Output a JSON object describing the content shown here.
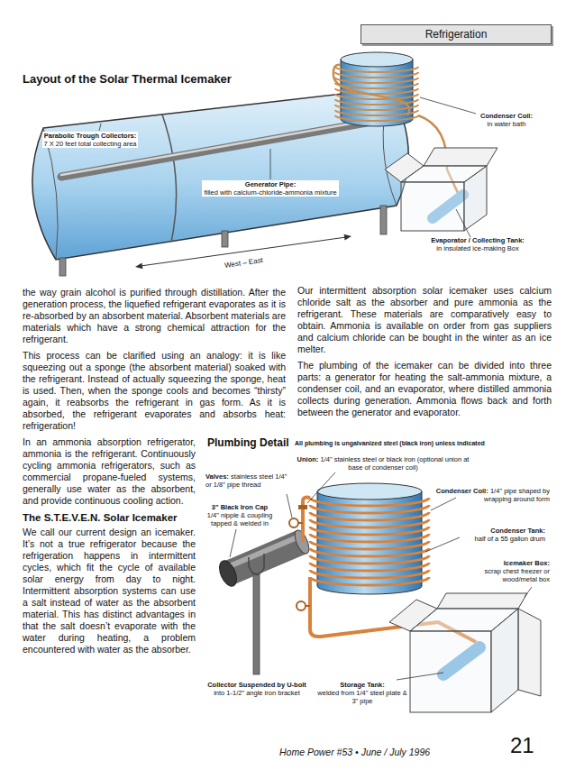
{
  "diagram": {
    "title": "Layout of the Solar Thermal Icemaker",
    "nodes": [
      {
        "text": [
          "Refrigeration"
        ]
      }
    ],
    "labels": [
      "Parabolic Trough Collectors:",
      "7 X 20 feet total collecting area",
      "Condenser Coil:",
      "in water bath",
      "Generator Pipe:",
      "filled with calcium-chloride-ammonia mixture",
      "Evaporator / Collecting Tank:",
      "in insulated ice-making Box",
      "West – East",
      "the way grain alcohol is purified through distillation. After the generation process, the liquefied refrigerant evaporates as it is re-absorbed by an absorbent material. Absorbent materials are materials which have a strong chemical attraction for the refrigerant.",
      "This process can be clarified using an analogy: it is like squeezing out a sponge (the absorbent material) soaked with the refrigerant. Instead of actually squeezing the sponge, heat is used. Then, when the sponge cools and becomes “thirsty” again, it reabsorbs the refrigerant in gas form. As it is absorbed, the refrigerant evaporates and absorbs heat: refrigeration!",
      "In an ammonia absorption refrigerator, ammonia is the refrigerant. Continuously cycling ammonia refrigerators, such as commercial propane-fueled systems, generally use water as the absorbent, and provide continuous cooling action.",
      "The S.T.E.V.E.N. Solar Icemaker",
      "We call our current design an icemaker. It’s not a true refrigerator because the refrigeration happens in intermittent cycles, which fit the cycle of available solar energy from day to night. Intermittent absorption systems can use a salt instead of water as the absorbent material. This has distinct advantages in that the salt doesn’t evaporate with the water during heating, a problem encountered with water as the absorber.",
      "Our intermittent absorption solar icemaker uses calcium chloride salt as the absorber and pure ammonia as the refrigerant. These materials are comparatively easy to obtain. Ammonia is available on order from gas suppliers and calcium chloride can be bought in the winter as an ice melter.",
      "The plumbing of the icemaker can be divided into three parts: a generator for heating the salt-ammonia mixture, a condenser coil, and an evaporator, where distilled ammonia collects during generation. Ammonia flows back and forth between the generator and evaporator.",
      "Plumbing Detail",
      "All plumbing is ungalvanized steel (black iron) unless indicated",
      "Union:",
      "1/4\" stainless steel or black iron (optional union at base of condenser coil)",
      "Valves:",
      "stainless steel 1/4\" or 1/8\" pipe thread",
      "3\" Black Iron Cap",
      "1/4\" nipple & coupling tapped & welded in",
      "Condenser Coil:",
      "1/4\" pipe shaped by wrapping around form",
      "Condenser Tank:",
      "half of a 55 gallon drum",
      "Icemaker Box:",
      "scrap chest freezer or wood/metal box",
      "Collector Suspended by U-bolt",
      "into 1-1/2\" angle iron bracket",
      "Storage Tank:",
      "welded from 1/4\" steel plate & 3\" pipe",
      "Home Power #53 • June / July 1996",
      "21"
    ]
  }
}
